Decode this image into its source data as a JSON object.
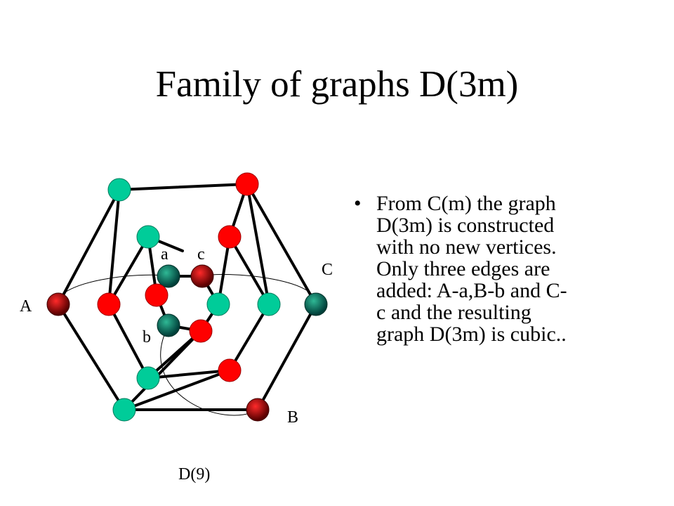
{
  "slide": {
    "title": "Family of graphs D(3m)",
    "bullet_text": "From C(m) the graph D(3m) is constructed with no new vertices. Only three edges are added: A-a,B-b and C-c and the resulting graph D(3m) is cubic..",
    "bullet_lines": [
      "From C(m) the graph",
      "D(3m) is constructed",
      "with no new vertices.",
      "Only three edges are",
      "added: A-a,B-b and C-",
      "c and the resulting",
      "graph D(3m) is cubic.."
    ]
  },
  "diagram": {
    "caption": "D(9)",
    "labels": {
      "A": "A",
      "B": "B",
      "C": "C",
      "a": "a",
      "b": "b",
      "c": "c"
    },
    "colors": {
      "green": "#00cc99",
      "red": "#ff0000",
      "dark_green": "#00806a",
      "dark_red": "#cc0000",
      "edge": "#000000"
    }
  }
}
